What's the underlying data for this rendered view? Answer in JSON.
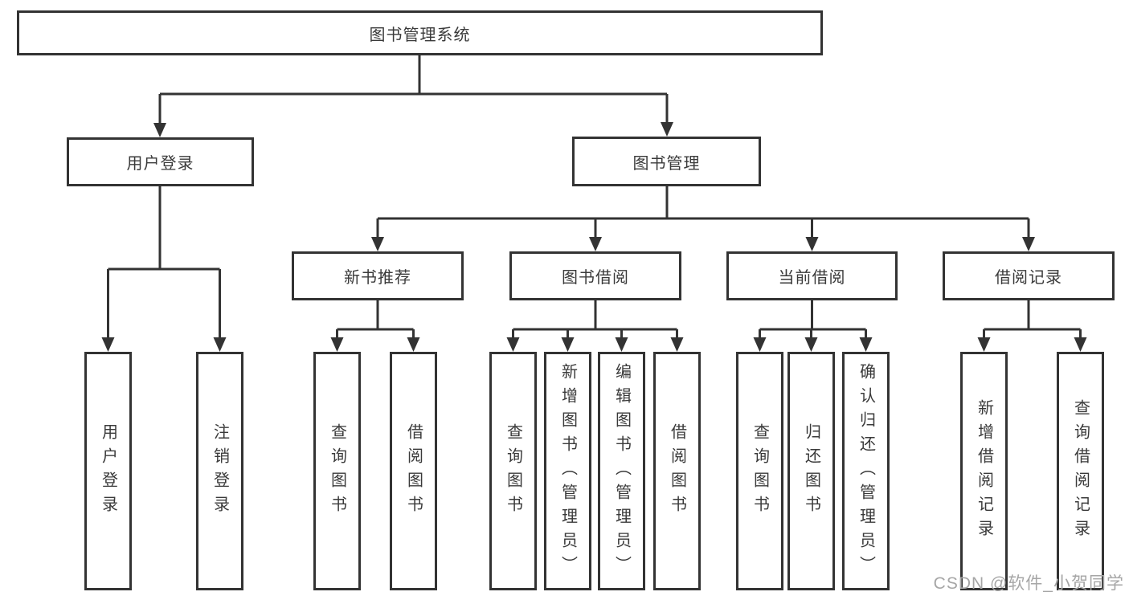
{
  "title": "图书管理系统",
  "tree": {
    "label": "图书管理系统",
    "children": [
      {
        "label": "用户登录",
        "children": [
          {
            "label": "用户登录"
          },
          {
            "label": "注销登录"
          }
        ]
      },
      {
        "label": "图书管理",
        "children": [
          {
            "label": "新书推荐",
            "children": [
              {
                "label": "查询图书"
              },
              {
                "label": "借阅图书"
              }
            ]
          },
          {
            "label": "图书借阅",
            "children": [
              {
                "label": "查询图书"
              },
              {
                "label": "新增图书（管理员）"
              },
              {
                "label": "编辑图书（管理员）"
              },
              {
                "label": "借阅图书"
              }
            ]
          },
          {
            "label": "当前借阅",
            "children": [
              {
                "label": "查询图书"
              },
              {
                "label": "归还图书"
              },
              {
                "label": "确认归还（管理员）"
              }
            ]
          },
          {
            "label": "借阅记录",
            "children": [
              {
                "label": "新增借阅记录"
              },
              {
                "label": "查询借阅记录"
              }
            ]
          }
        ]
      }
    ]
  },
  "watermark": {
    "text": "CSDN @软件_小贺同学"
  },
  "colors": {
    "line": "#333333",
    "box_border": "#333333",
    "text": "#3a3a3a",
    "watermark": "#a6a6a6",
    "background": "#ffffff"
  }
}
